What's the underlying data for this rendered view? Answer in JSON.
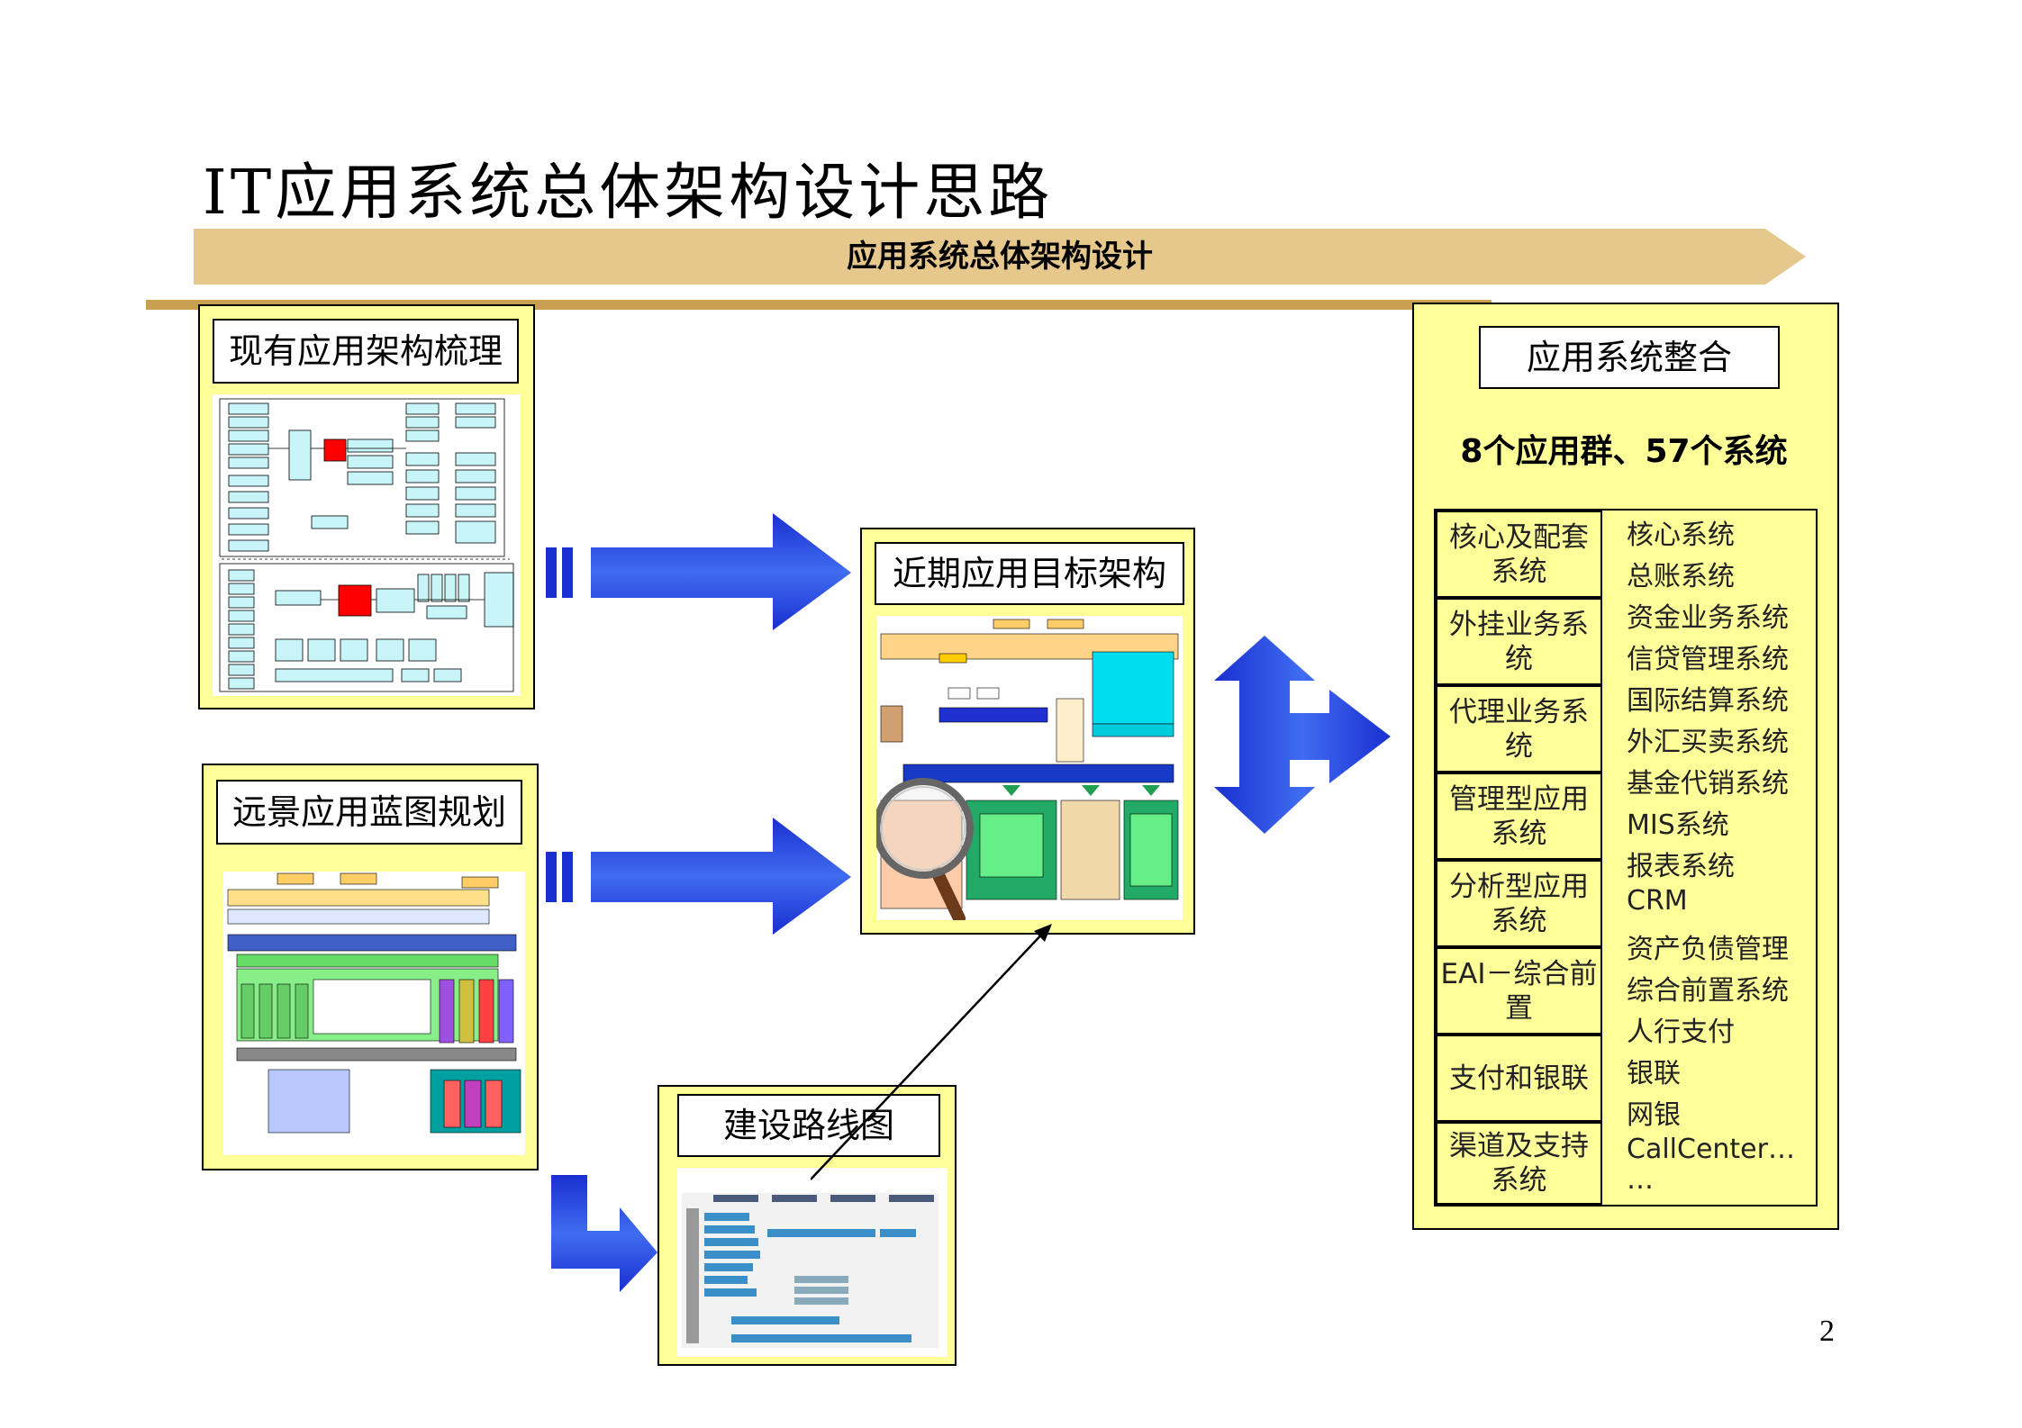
{
  "page": {
    "title": "IT应用系统总体架构设计思路",
    "banner": "应用系统总体架构设计",
    "page_number": "2"
  },
  "panels": {
    "current": {
      "label": "现有应用架构梳理"
    },
    "vision": {
      "label": "远景应用蓝图规划"
    },
    "near_term": {
      "label": "近期应用目标架构"
    },
    "roadmap": {
      "label": "建设路线图"
    },
    "integration": {
      "label": "应用系统整合",
      "summary": "8个应用群、57个系统",
      "groups": [
        "核心及配套系统",
        "外挂业务系统",
        "代理业务系统",
        "管理型应用系统",
        "分析型应用系统",
        "EAI－综合前置",
        "支付和银联",
        "渠道及支持系统"
      ],
      "systems": [
        "核心系统",
        "总账系统",
        "资金业务系统",
        "信贷管理系统",
        "国际结算系统",
        "外汇买卖系统",
        "基金代销系统",
        "MIS系统",
        "报表系统",
        "CRM",
        "资产负债管理",
        "综合前置系统",
        "人行支付",
        "银联",
        "网银",
        "CallCenter…",
        "…"
      ]
    }
  },
  "colors": {
    "panel_fill": "#ffff9a",
    "banner": "#e6c88c",
    "rule": "#c9a050",
    "arrow_blue": "#1a2fd0"
  },
  "icons": [
    "magnifier-icon"
  ]
}
